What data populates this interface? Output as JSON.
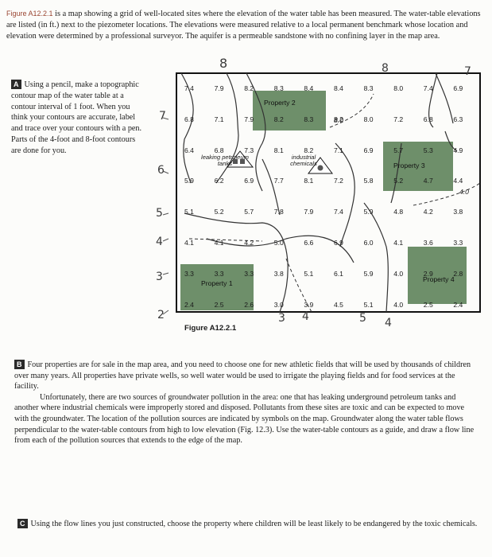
{
  "intro": {
    "figure_ref": "Figure A12.2.1",
    "text": " is a map showing a grid of well-located sites where the elevation of the water table has been measured. The water-table elevations are listed (in ft.) next to the piezometer locations. The elevations were measured relative to a local permanent benchmark whose location and elevation were determined by a professional surveyor. The aquifer is a permeable sandstone with no confining layer in the map area."
  },
  "section_a": {
    "badge": "A",
    "text": "Using a pencil, make a topographic contour map of the water table at a contour interval of 1 foot. When you think your contours are accurate, label and trace over your contours with a pen. Parts of the 4-foot and 8-foot contours are done for you."
  },
  "map": {
    "caption": "Figure A12.2.1",
    "elevations": [
      [
        "7.4",
        "7.9",
        "8.2",
        "8.3",
        "8.4",
        "8.4",
        "8.3",
        "8.0",
        "7.4",
        "6.9"
      ],
      [
        "6.8",
        "7.1",
        "7.9",
        "8.2",
        "8.3",
        "8.2",
        "8.0",
        "7.2",
        "6.8",
        "6.3"
      ],
      [
        "6.4",
        "6.8",
        "7.3",
        "8.1",
        "8.2",
        "7.1",
        "6.9",
        "5.7",
        "5.3",
        "4.9"
      ],
      [
        "5.9",
        "6.2",
        "6.9",
        "7.7",
        "8.1",
        "7.2",
        "5.8",
        "5.2",
        "4.7",
        "4.4"
      ],
      [
        "5.1",
        "5.2",
        "5.7",
        "7.8",
        "7.9",
        "7.4",
        "5.9",
        "4.8",
        "4.2",
        "3.8"
      ],
      [
        "4.1",
        "4.1",
        "4.2",
        "5.0",
        "6.6",
        "6.9",
        "6.0",
        "4.1",
        "3.6",
        "3.3"
      ],
      [
        "3.3",
        "3.3",
        "3.3",
        "3.8",
        "5.1",
        "6.1",
        "5.9",
        "4.0",
        "2.9",
        "2.8"
      ],
      [
        "2.4",
        "2.5",
        "2.6",
        "3.0",
        "3.9",
        "4.5",
        "5.1",
        "4.0",
        "2.5",
        "2.4"
      ]
    ],
    "property_labels": {
      "p1": "Property 1",
      "p2": "Property 2",
      "p3": "Property 3",
      "p4": "Property 4"
    },
    "sources": {
      "tanks": "leaking petroleum tanks",
      "chem": "industrial chemicals"
    },
    "contour_labels": {
      "c8": "8.0",
      "c4": "4.0"
    },
    "handwritten": [
      "8",
      "8",
      "7",
      "7",
      "6",
      "5",
      "4",
      "3",
      "2",
      "3",
      "4",
      "5",
      "4"
    ]
  },
  "section_b": {
    "badge": "B",
    "p1": "Four properties are for sale in the map area, and you need to choose one for new athletic fields that will be used by thousands of children over many years. All properties have private wells, so well water would be used to irrigate the playing fields and for food services at the facility.",
    "p2": "Unfortunately, there are two sources of groundwater pollution in the area: one that has leaking underground petroleum tanks and another where industrial chemicals were improperly stored and disposed. Pollutants from these sites are toxic and can be expected to move with the groundwater. The location of the pollution sources are indicated by symbols on the map. Groundwater along the water table flows perpendicular to the water-table contours from high to low elevation (Fig. 12.3). Use the water-table contours as a guide, and draw a flow line from each of the pollution sources that extends to the edge of the map."
  },
  "section_c": {
    "badge": "C",
    "text": "Using the flow lines you just constructed, choose the property where children will be least likely to be endangered by the toxic chemicals."
  }
}
